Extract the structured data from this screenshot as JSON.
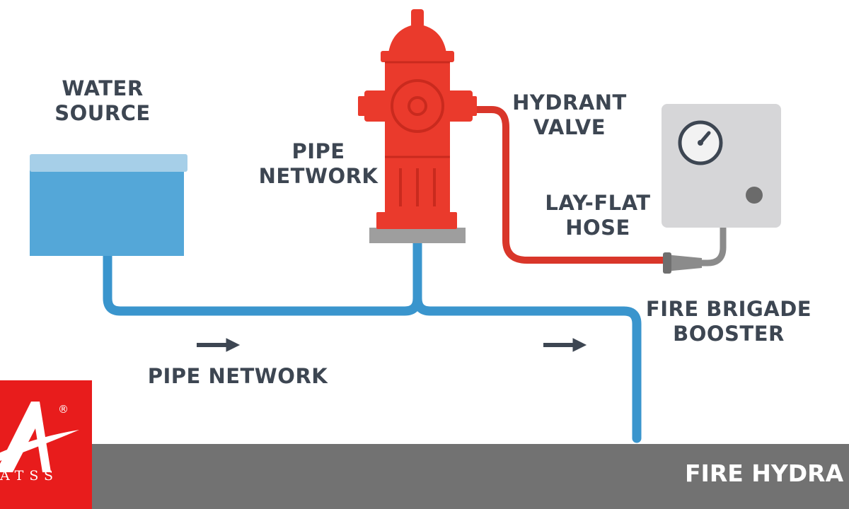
{
  "labels": {
    "water_source": [
      "WATER",
      "SOURCE"
    ],
    "pipe_network_top": [
      "PIPE",
      "NETWORK"
    ],
    "hydrant_valve": [
      "HYDRANT",
      "VALVE"
    ],
    "lay_flat_hose": [
      "LAY-FLAT",
      "HOSE"
    ],
    "fire_brigade_booster": [
      "FIRE BRIGADE",
      "BOOSTER"
    ],
    "pipe_network_bottom": "PIPE NETWORK"
  },
  "footer": {
    "title": "FIRE HYDRA"
  },
  "logo": {
    "registered": "®",
    "wordmark": "ATSS"
  },
  "colors": {
    "pipe": "#3a95cd",
    "hydrant": "#ea3a2c",
    "hose": "#d9362a",
    "tank": "#54a7d8",
    "booster_box": "#d6d6d8",
    "footer": "#727272",
    "logo": "#e81c1c",
    "text": "#3d4652"
  }
}
